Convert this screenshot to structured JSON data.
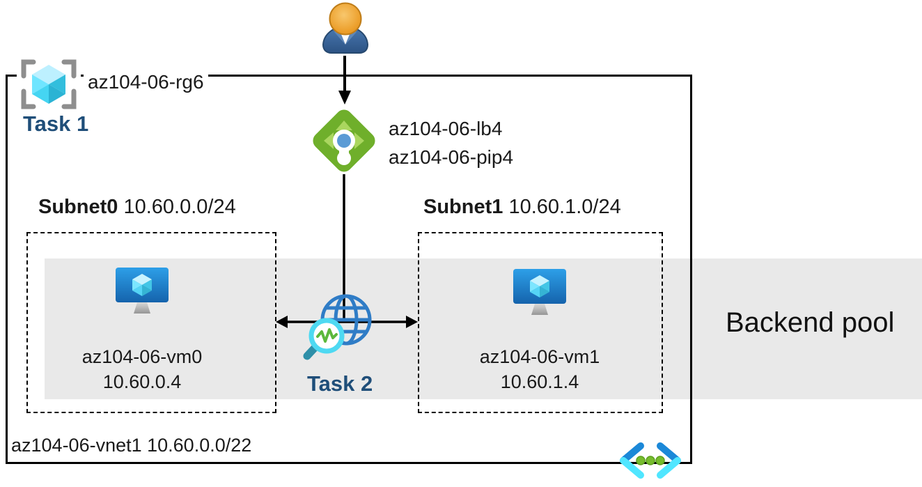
{
  "resource_group": {
    "label": "az104-06-rg6",
    "task_label": "Task 1",
    "icon": "resource-group-icon"
  },
  "user": {
    "icon": "user-icon"
  },
  "load_balancer": {
    "name": "az104-06-lb4",
    "public_ip": "az104-06-pip4",
    "icon": "load-balancer-icon"
  },
  "subnets": [
    {
      "name": "Subnet0",
      "cidr": "10.60.0.0/24",
      "vm_name": "az104-06-vm0",
      "vm_ip": "10.60.0.4",
      "icon": "virtual-machine-icon"
    },
    {
      "name": "Subnet1",
      "cidr": "10.60.1.0/24",
      "vm_name": "az104-06-vm1",
      "vm_ip": "10.60.1.4",
      "icon": "virtual-machine-icon"
    }
  ],
  "network_watcher": {
    "task_label": "Task 2",
    "icon": "network-watcher-icon"
  },
  "backend_pool": {
    "label": "Backend pool"
  },
  "vnet": {
    "label": "az104-06-vnet1 10.60.0.0/22",
    "icon": "virtual-network-icon"
  },
  "colors": {
    "backend_band": "#e9e9e9",
    "task_text": "#1f4e79",
    "border": "#000000",
    "lb_green": "#6faf2b",
    "lb_arrow_green": "#aad65f",
    "lb_dot_blue": "#5b9bd5",
    "vm_monitor_blue_top": "#2d9fe8",
    "vm_monitor_blue_bottom": "#1563ac",
    "cube_cyan_light": "#bdf0ff",
    "cube_cyan": "#50e6ff",
    "cube_cyan_dark": "#32bedd",
    "bracket_gray": "#8e8e8e",
    "globe_blue": "#2f7cc6",
    "magnifier_ring_cyan": "#4ed9f2",
    "magnifier_handle_teal": "#2e8fa8",
    "pulse_green": "#5cb83c",
    "vnet_bracket_blue": "#1b88d8",
    "vnet_bracket_cyan": "#50e6ff",
    "vnet_dot_green": "#76bc2d",
    "user_head_orange": "#e6951f",
    "user_body_blue": "#3b67a5"
  }
}
